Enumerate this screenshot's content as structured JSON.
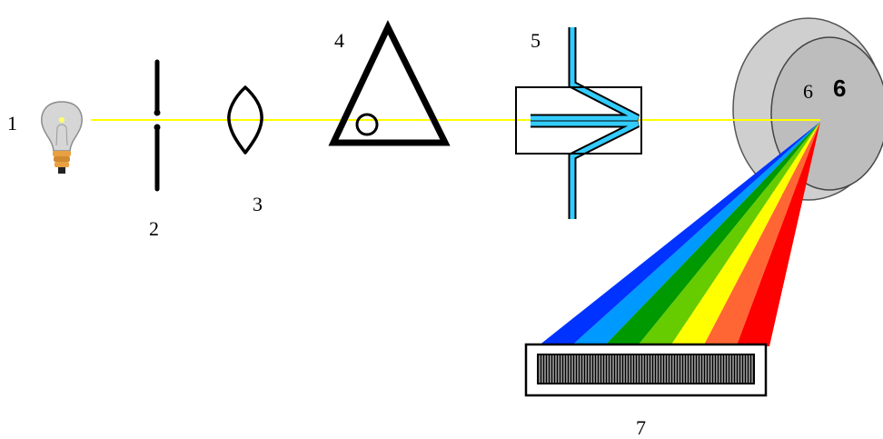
{
  "labels": {
    "l1": "1",
    "l2": "2",
    "l3": "3",
    "l4": "4",
    "l5": "5",
    "l6": "6",
    "l6_bold": "6",
    "l7": "7"
  },
  "colors": {
    "beam": "#ffff00",
    "outline": "#000000",
    "flow": "#33ccff",
    "disc_outer": "#cfcfcf",
    "disc_inner": "#bfbfbf",
    "spectrum": [
      "#0033ff",
      "#0099ff",
      "#009900",
      "#66cc00",
      "#ffff00",
      "#ff6633",
      "#ff0000"
    ]
  },
  "icons": {
    "source": "light-bulb-icon"
  }
}
